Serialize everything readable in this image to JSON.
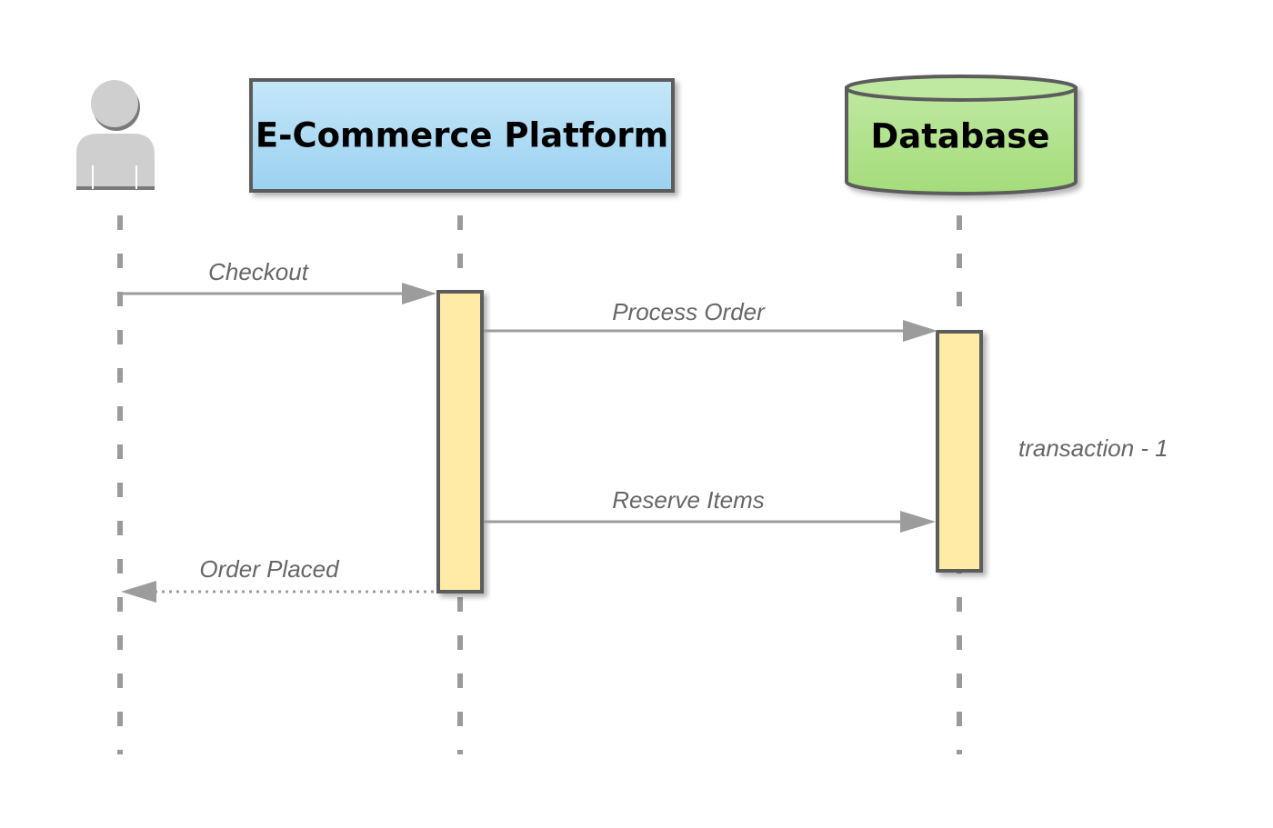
{
  "participants": {
    "user": {
      "icon": "user-icon"
    },
    "platform": {
      "label": "E-Commerce Platform"
    },
    "database": {
      "label": "Database"
    }
  },
  "messages": [
    {
      "label": "Checkout",
      "from": "user",
      "to": "platform",
      "style": "solid"
    },
    {
      "label": "Process Order",
      "from": "platform",
      "to": "database",
      "style": "solid"
    },
    {
      "label": "Reserve Items",
      "from": "platform",
      "to": "database",
      "style": "solid"
    },
    {
      "label": "Order Placed",
      "from": "platform",
      "to": "user",
      "style": "dotted"
    }
  ],
  "notes": {
    "transaction": "transaction - 1"
  },
  "colors": {
    "platform_fill_top": "#c3e6f8",
    "platform_fill_bottom": "#9dd3f0",
    "database_fill": "#b3e290",
    "activation_fill": "#ffeaa6",
    "arrow": "#9c9c9c",
    "lifeline": "#9a9a9a",
    "user_icon": "#cfcfcf"
  }
}
